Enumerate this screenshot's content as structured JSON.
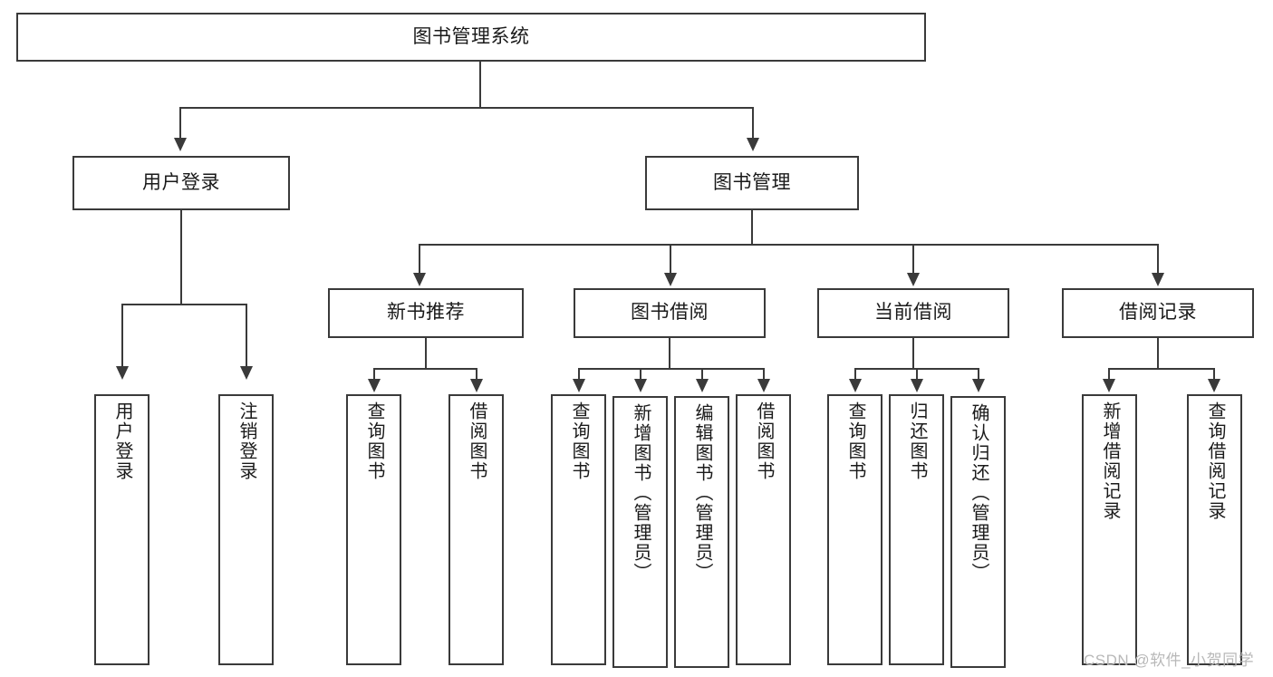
{
  "diagram": {
    "type": "tree",
    "title": "图书管理系统",
    "root": {
      "label": "图书管理系统"
    },
    "level2": [
      {
        "label": "用户登录"
      },
      {
        "label": "图书管理"
      }
    ],
    "level3": [
      {
        "label": "新书推荐"
      },
      {
        "label": "图书借阅"
      },
      {
        "label": "当前借阅"
      },
      {
        "label": "借阅记录"
      }
    ],
    "leaves": {
      "user_login": [
        {
          "label": "用户登录"
        },
        {
          "label": "注销登录"
        }
      ],
      "new_book_recommend": [
        {
          "label": "查询图书"
        },
        {
          "label": "借阅图书"
        }
      ],
      "book_borrow": [
        {
          "label": "查询图书"
        },
        {
          "label": "新增图书（管理员）"
        },
        {
          "label": "编辑图书（管理员）"
        },
        {
          "label": "借阅图书"
        }
      ],
      "current_borrow": [
        {
          "label": "查询图书"
        },
        {
          "label": "归还图书"
        },
        {
          "label": "确认归还（管理员）"
        }
      ],
      "borrow_record": [
        {
          "label": "新增借阅记录"
        },
        {
          "label": "查询借阅记录"
        }
      ]
    }
  },
  "watermark": {
    "text": "CSDN @软件_小贺同学"
  },
  "colors": {
    "border": "#3a3a3a",
    "background": "#ffffff",
    "text": "#1a1a1a",
    "watermark": "#b8b8b8"
  }
}
